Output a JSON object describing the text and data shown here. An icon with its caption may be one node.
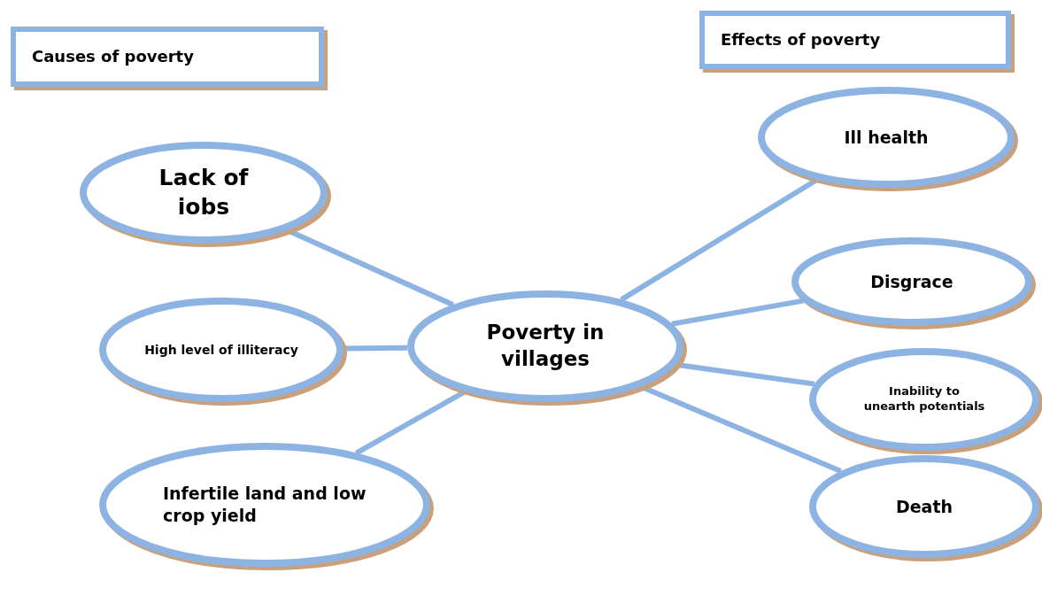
{
  "diagram": {
    "nodes": [
      {
        "text": [
          "Causes of poverty"
        ]
      },
      {
        "text": [
          "Effects of poverty"
        ]
      },
      {
        "text": [
          "Lack of iobs"
        ]
      },
      {
        "text": [
          "High level of illiteracy"
        ]
      },
      {
        "text": [
          "Infertile land and low crop yield"
        ]
      },
      {
        "text": [
          "Poverty in villages"
        ]
      },
      {
        "text": [
          "Ill health"
        ]
      },
      {
        "text": [
          "Disgrace"
        ]
      },
      {
        "text": [
          "Inability to unearth potentials"
        ]
      },
      {
        "text": [
          "Death"
        ]
      }
    ],
    "edges": [
      {
        "from": 2,
        "to": 5,
        "arrow": "none"
      },
      {
        "from": 3,
        "to": 5,
        "arrow": "none"
      },
      {
        "from": 4,
        "to": 5,
        "arrow": "none"
      },
      {
        "from": 5,
        "to": 6,
        "arrow": "none"
      },
      {
        "from": 5,
        "to": 7,
        "arrow": "none"
      },
      {
        "from": 5,
        "to": 8,
        "arrow": "none"
      },
      {
        "from": 5,
        "to": 9,
        "arrow": "none"
      }
    ]
  }
}
